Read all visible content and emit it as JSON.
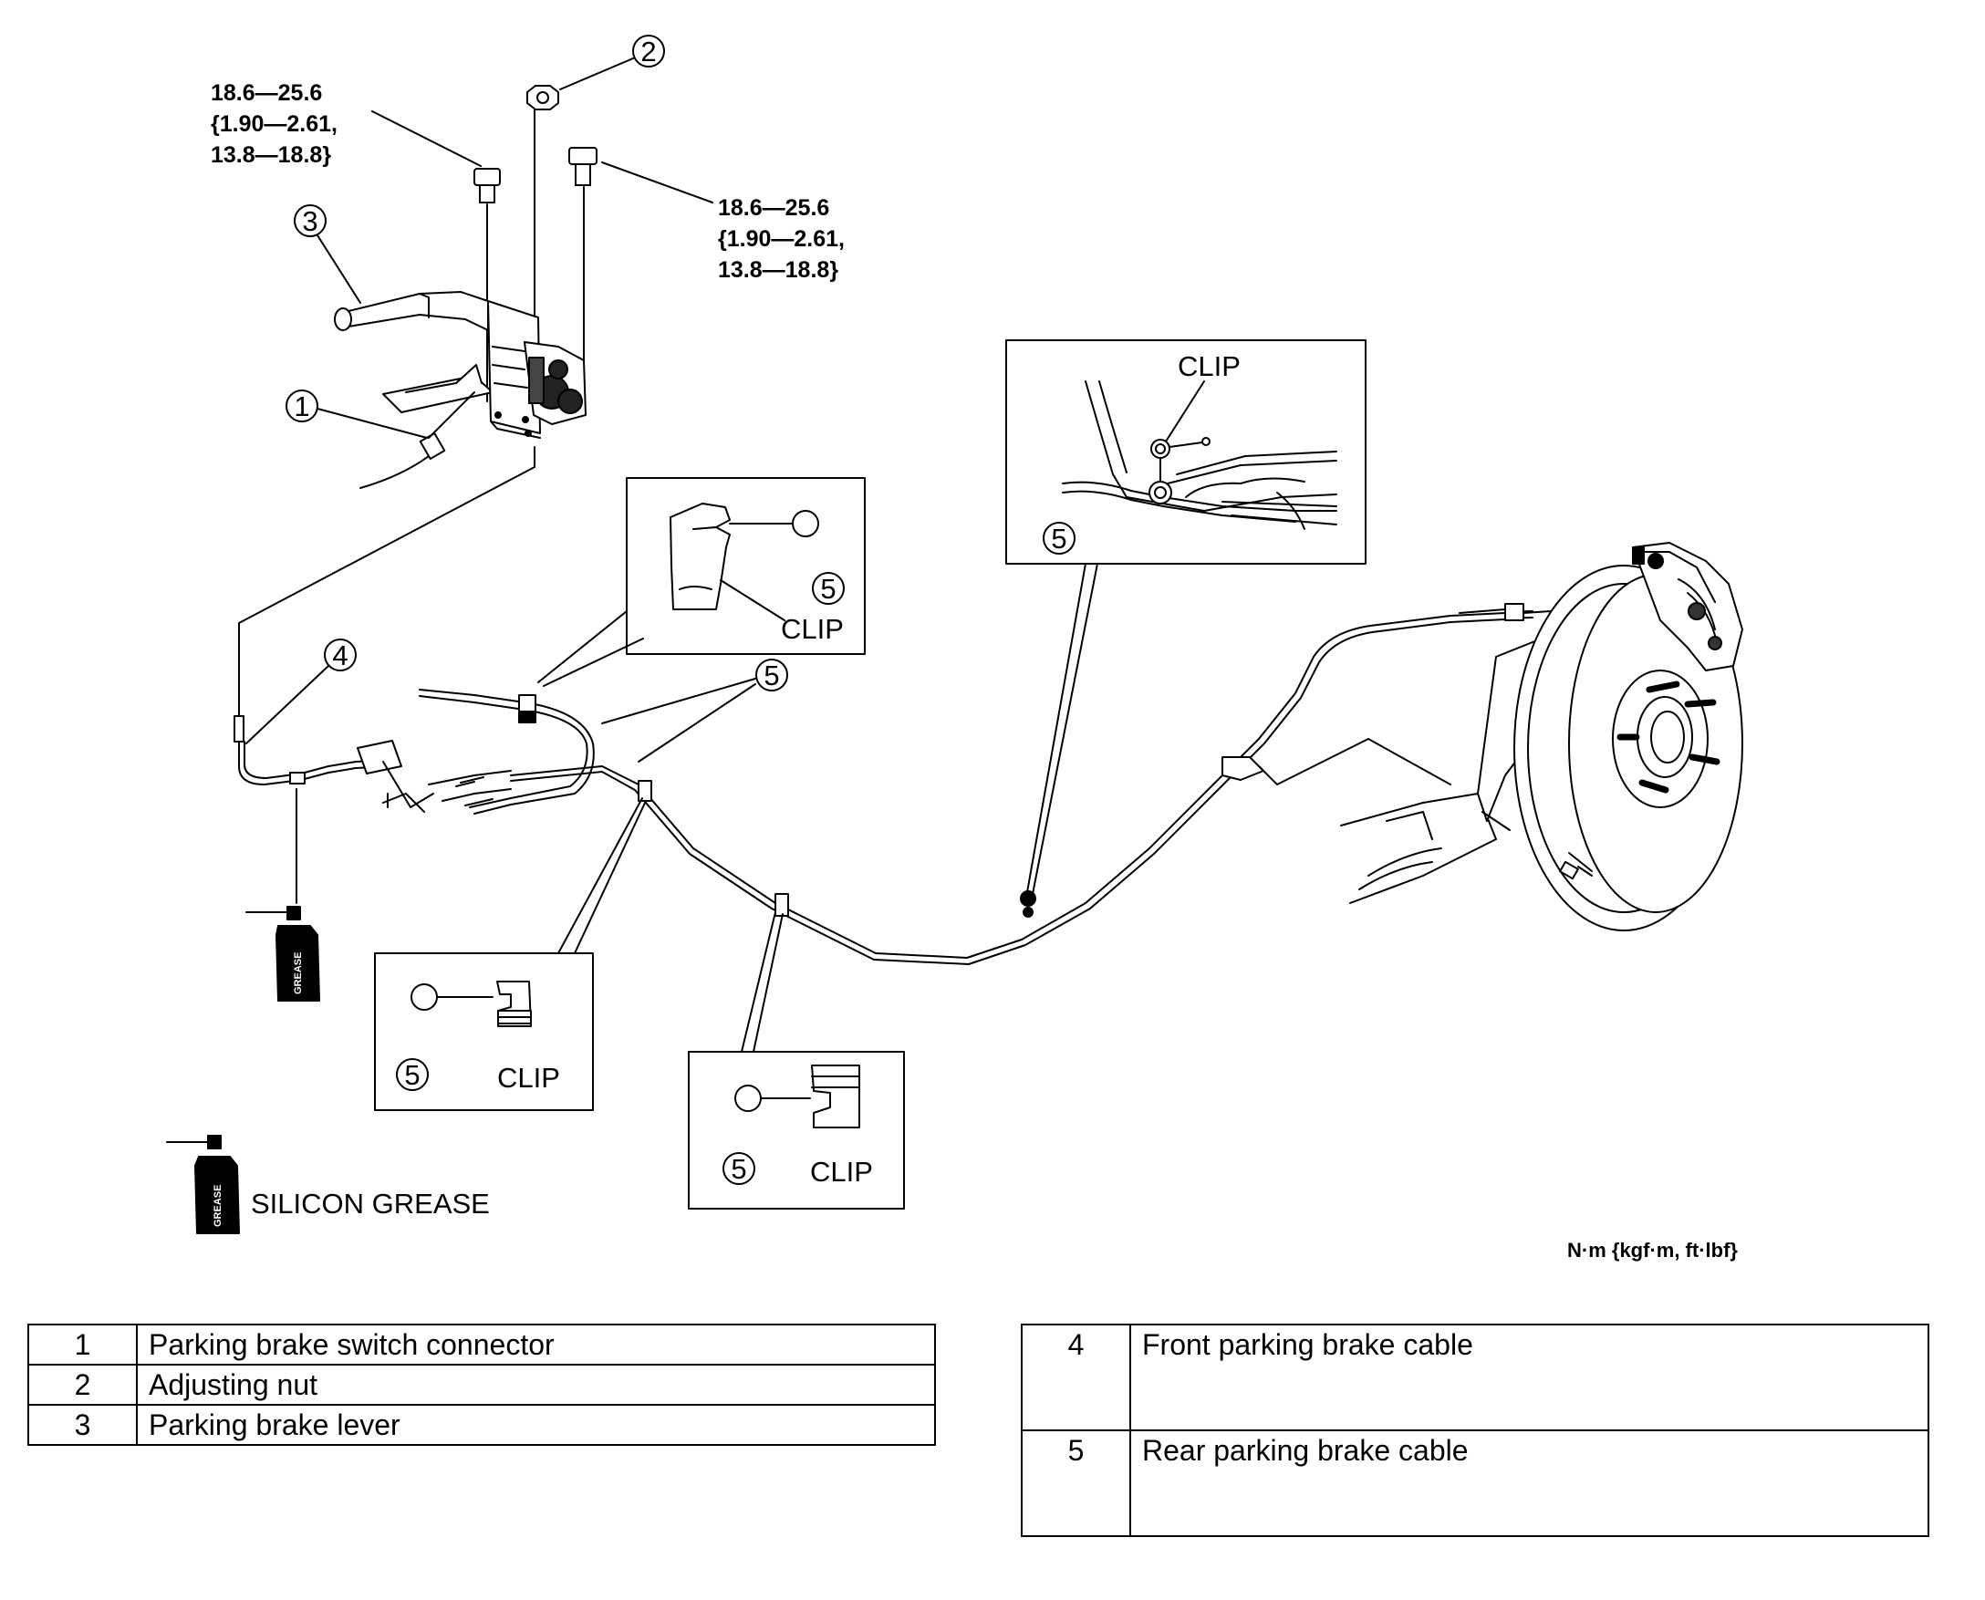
{
  "torque_spec_left": [
    "18.6—25.6",
    "{1.90—2.61,",
    "13.8—18.8}"
  ],
  "torque_spec_right": [
    "18.6—25.6",
    "{1.90—2.61,",
    "13.8—18.8}"
  ],
  "callouts": {
    "c1": "1",
    "c2": "2",
    "c3": "3",
    "c4": "4",
    "c5": "5"
  },
  "clip_label": "CLIP",
  "grease_can_label": "GREASE",
  "grease_legend_label": "SILICON GREASE",
  "units_label": "N·m {kgf·m, ft·lbf}",
  "legend_left": [
    {
      "num": "1",
      "text": "Parking brake switch connector"
    },
    {
      "num": "2",
      "text": "Adjusting nut"
    },
    {
      "num": "3",
      "text": "Parking brake lever"
    }
  ],
  "legend_right": [
    {
      "num": "4",
      "text": "Front parking brake cable"
    },
    {
      "num": "5",
      "text": "Rear parking brake cable"
    }
  ]
}
